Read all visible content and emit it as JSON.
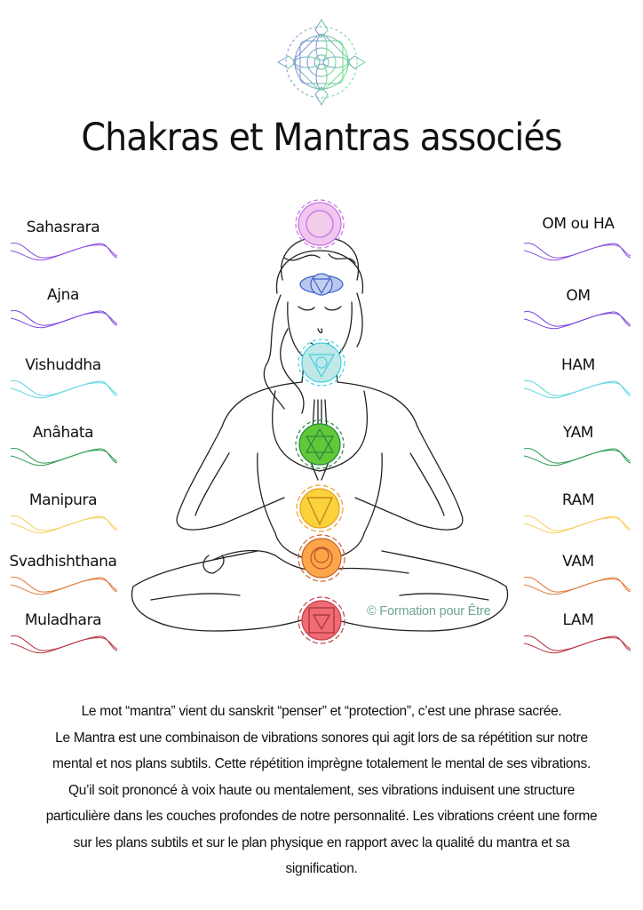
{
  "header": {
    "logo_icon": "mandala-icon",
    "title": "Chakras et Mantras associés"
  },
  "chakras": [
    {
      "name": "Sahasrara",
      "mantra": "OM ou HA",
      "color": "#8a4fe0",
      "fill": "#e9b8ee",
      "stroke": "#c46fe0"
    },
    {
      "name": "Ajna",
      "mantra": "OM",
      "color": "#7a44de",
      "fill": "#b9c6ee",
      "stroke": "#3a64c8"
    },
    {
      "name": "Vishuddha",
      "mantra": "HAM",
      "color": "#5fd6e0",
      "fill": "#bfe8e6",
      "stroke": "#45d0e4"
    },
    {
      "name": "Anâhata",
      "mantra": "YAM",
      "color": "#2e9a52",
      "fill": "#62c83a",
      "stroke": "#1f8a3a"
    },
    {
      "name": "Manipura",
      "mantra": "RAM",
      "color": "#f5d060",
      "fill": "#fad23a",
      "stroke": "#e8a020"
    },
    {
      "name": "Svadhishthana",
      "mantra": "VAM",
      "color": "#e07a3a",
      "fill": "#fba648",
      "stroke": "#d0602a"
    },
    {
      "name": "Muladhara",
      "mantra": "LAM",
      "color": "#b8343c",
      "fill": "#f06b72",
      "stroke": "#c0404a"
    }
  ],
  "figure": {
    "description": "woman-meditating-lotus-pose",
    "copyright": "© Formation pour Être"
  },
  "body_text": [
    "Le mot “mantra” vient du sanskrit “penser” et “protection”, c’est une phrase sacrée.",
    "Le Mantra est une combinaison de vibrations sonores qui agit lors de sa répétition sur notre",
    "mental et nos plans subtils. Cette répétition imprègne totalement le mental de ses vibrations.",
    "Qu’il soit prononcé à voix haute ou mentalement, ses vibrations induisent une structure",
    "particulière dans les couches profondes de notre personnalité. Les vibrations créent une forme",
    "sur les plans subtils et sur le plan physique en rapport avec la qualité du mantra et sa",
    "signification."
  ]
}
